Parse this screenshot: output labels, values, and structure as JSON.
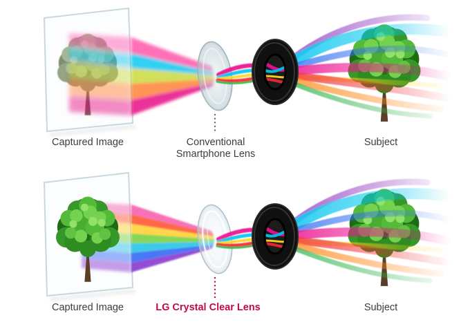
{
  "labels": {
    "row1": {
      "captured": "Captured Image",
      "lens": "Conventional\nSmartphone Lens",
      "subject": "Subject"
    },
    "row2": {
      "captured": "Captured Image",
      "lens": "LG Crystal Clear Lens",
      "subject": "Subject"
    }
  },
  "colors": {
    "accent_red": "#c10a4b",
    "label_text": "#3c3c3c",
    "spectrum": [
      "#f766b0",
      "#ff5d3a",
      "#ffd23a",
      "#7ed348",
      "#2ec5e8",
      "#3a6cf5",
      "#8b3fd1"
    ]
  }
}
